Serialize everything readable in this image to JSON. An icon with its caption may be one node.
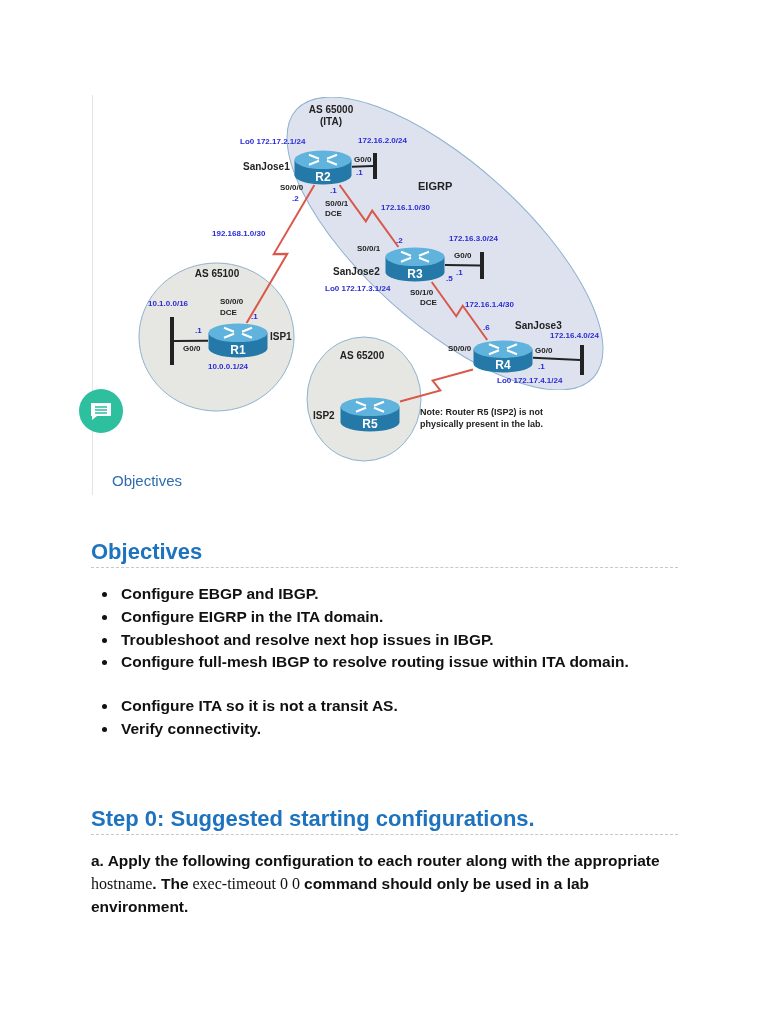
{
  "diagram": {
    "nodes": [
      {
        "text": [
          "AS 65000 (ITA)"
        ]
      },
      {
        "text": [
          "R2"
        ],
        "beside": [
          "Lo0 172.17.2.1/24",
          "SanJose1"
        ],
        "in": 0
      },
      {
        "text": [],
        "shape": "bar",
        "beside": [
          "172.16.2.0/24"
        ],
        "in": 0
      },
      {
        "text": [
          "R3"
        ],
        "beside": [
          "SanJose2",
          "Lo0 172.17.3.1/24"
        ],
        "in": 0
      },
      {
        "text": [],
        "shape": "bar",
        "beside": [
          "172.16.3.0/24"
        ],
        "in": 0
      },
      {
        "text": [
          "AS 65100"
        ]
      },
      {
        "text": [
          "R1"
        ],
        "beside": [
          "ISP1",
          "10.0.0.1/24"
        ],
        "in": 5
      },
      {
        "text": [],
        "shape": "bar",
        "beside": [
          "10.1.0.0/16"
        ],
        "in": 5
      },
      {
        "text": [
          "R4"
        ],
        "beside": [
          "SanJose3",
          "Lo0 172.17.4.1/24"
        ],
        "in": 0
      },
      {
        "text": [],
        "shape": "bar",
        "beside": [
          "172.16.4.0/24"
        ],
        "in": 0
      },
      {
        "text": [
          "AS 65200"
        ]
      },
      {
        "text": [
          "R5"
        ],
        "beside": [
          "ISP2"
        ],
        "in": 10
      }
    ],
    "edges": [
      {
        "from": 1,
        "to": 6,
        "arrow": "none",
        "label": "192.168.1.0/30",
        "color": "#d9584a"
      },
      {
        "from": 1,
        "to": 3,
        "arrow": "none",
        "label": "172.16.1.0/30",
        "color": "#d9584a"
      },
      {
        "from": 3,
        "to": 8,
        "arrow": "none",
        "label": "172.16.1.4/30",
        "color": "#d9584a"
      },
      {
        "from": 8,
        "to": 11,
        "arrow": "none",
        "color": "#d9584a"
      },
      {
        "from": 1,
        "to": 2,
        "arrow": "none",
        "color": "#222222"
      },
      {
        "from": 3,
        "to": 4,
        "arrow": "none",
        "color": "#222222"
      },
      {
        "from": 6,
        "to": 7,
        "arrow": "none",
        "color": "#222222"
      },
      {
        "from": 8,
        "to": 9,
        "arrow": "none",
        "color": "#222222"
      }
    ],
    "labels": [
      "G0/0",
      ".1",
      "S0/0/0",
      ".2",
      ".1",
      "S0/0/1",
      "DCE",
      "EIGRP",
      ".2",
      "S0/0/1",
      "G0/0",
      ".1",
      ".5",
      "S0/1/0",
      "DCE",
      "S0/0/0",
      "DCE",
      ".1",
      ".1",
      "G0/0",
      ".6",
      "S0/0/0",
      "G0/0",
      ".1",
      "Note: Router R5 (ISP2) is not physically present in the lab.",
      "Objectives",
      "Objectives",
      "Configure EBGP and IBGP.",
      "Configure EIGRP in the ITA domain.",
      "Troubleshoot and resolve next hop issues in IBGP.",
      "Configure full-mesh IBGP to resolve routing issue within ITA domain.",
      "Configure ITA so it is not a transit AS.",
      "Verify connectivity.",
      "Step 0: Suggested starting configurations.",
      "**a. Apply the following configuration to each router along with the appropriate** hostname**. The** exec-timeout 0 0 **command should only be used in a lab environment.**"
    ]
  }
}
